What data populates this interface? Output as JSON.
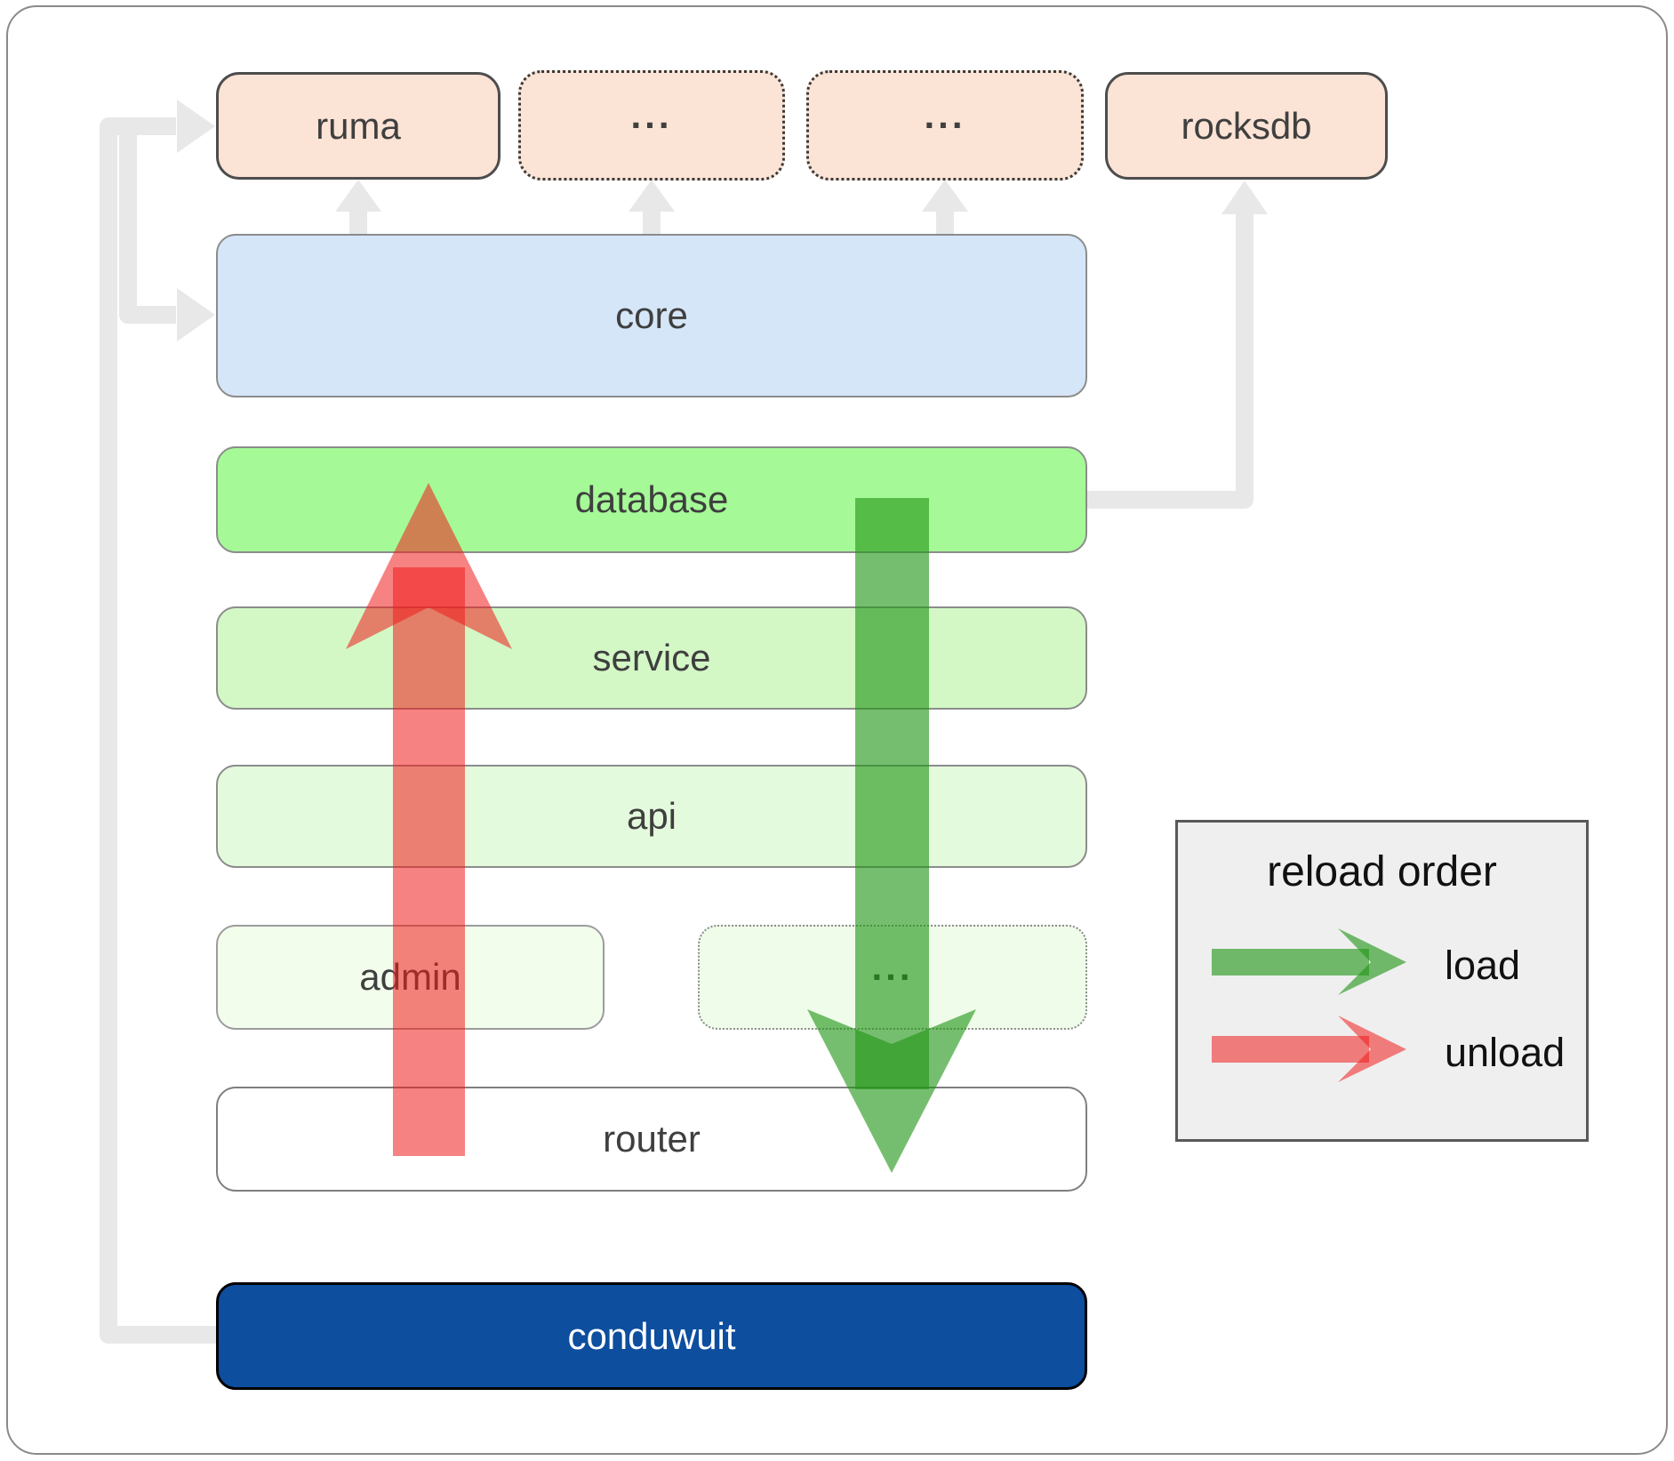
{
  "nodes": {
    "ruma": {
      "label": "ruma"
    },
    "more_top_1": {
      "label": "..."
    },
    "more_top_2": {
      "label": "..."
    },
    "rocksdb": {
      "label": "rocksdb"
    },
    "core": {
      "label": "core"
    },
    "database": {
      "label": "database"
    },
    "service": {
      "label": "service"
    },
    "api": {
      "label": "api"
    },
    "admin": {
      "label": "admin"
    },
    "more_bottom": {
      "label": "..."
    },
    "router": {
      "label": "router"
    },
    "conduwuit": {
      "label": "conduwuit"
    }
  },
  "legend": {
    "title": "reload order",
    "items": [
      {
        "label": "load",
        "color": "#229616"
      },
      {
        "label": "unload",
        "color": "#f01c1c"
      }
    ]
  },
  "colors": {
    "top_box_fill": "#fbe3d5",
    "core_fill": "#d5e6f8",
    "database_fill": "#a5fa97",
    "service_fill": "#d3f8c6",
    "api_fill": "#e4fadc",
    "admin_fill": "#f2fdec",
    "router_fill": "#ffffff",
    "conduwuit_fill": "#0d4e9e",
    "connector_gray": "#e8e8e8",
    "load_green": "#229616",
    "unload_red": "#f01c1c",
    "legend_bg": "#efefef"
  }
}
